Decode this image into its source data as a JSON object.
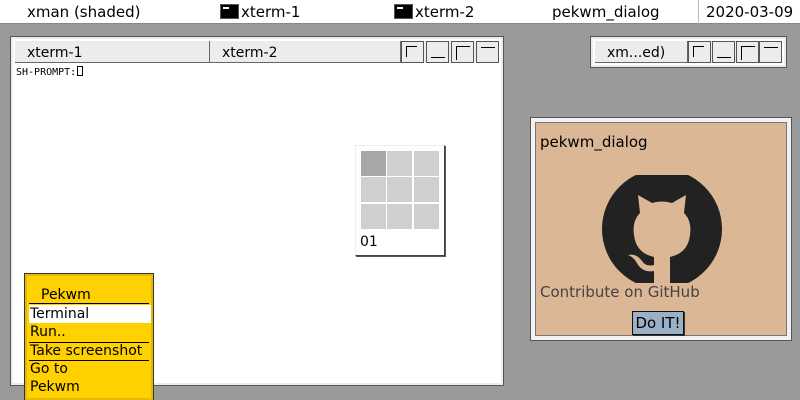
{
  "taskbar": {
    "items": [
      {
        "label": "xman (shaded)"
      },
      {
        "label": "xterm-1",
        "icon": "terminal-icon"
      },
      {
        "label": "xterm-2",
        "icon": "terminal-icon"
      },
      {
        "label": "pekwm_dialog"
      }
    ],
    "date": "2020-03-09"
  },
  "xterm_frame": {
    "tabs": [
      "xterm-1",
      "xterm-2"
    ],
    "prompt": "SH-PROMPT:"
  },
  "xman_frame": {
    "title": "xm...ed)"
  },
  "pager": {
    "label": "01",
    "active_workspace": 1
  },
  "dialog": {
    "title": "pekwm_dialog",
    "image": "github-logo",
    "message": "Contribute on GitHub",
    "button_label": "Do IT!",
    "colors": {
      "background": "#dbb795",
      "button": "#9ab0c7"
    }
  },
  "menu": {
    "title": "Pekwm",
    "items": [
      "Terminal",
      "Run..",
      "Take screenshot",
      "Go to",
      "Pekwm"
    ],
    "selected": "Terminal",
    "colors": {
      "background": "#ffd100"
    }
  }
}
